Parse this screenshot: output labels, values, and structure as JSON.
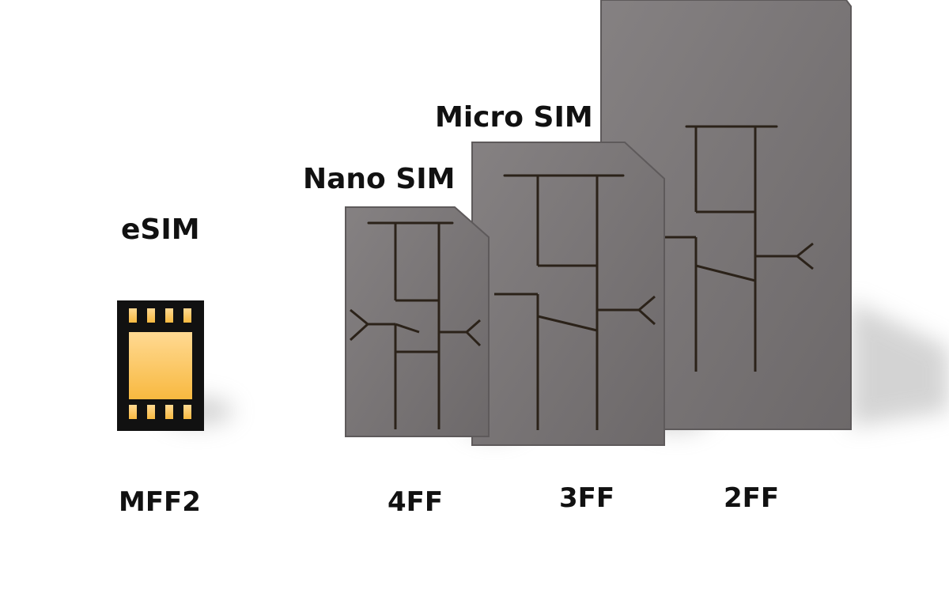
{
  "labels": {
    "esim": {
      "name": "eSIM",
      "code": "MFF2"
    },
    "nano": {
      "name": "Nano SIM",
      "code": "4FF"
    },
    "micro": {
      "name": "Micro SIM",
      "code": "3FF"
    },
    "mini": {
      "code": "2FF"
    }
  },
  "colors": {
    "background": "#ffffff",
    "card": "#7a7677",
    "card_edge": "#5e5a5b",
    "chip_light": "#ffd992",
    "chip_dark": "#f8b940",
    "chip_outline": "#2b2219",
    "esim_body": "#111111",
    "text": "#111111"
  }
}
